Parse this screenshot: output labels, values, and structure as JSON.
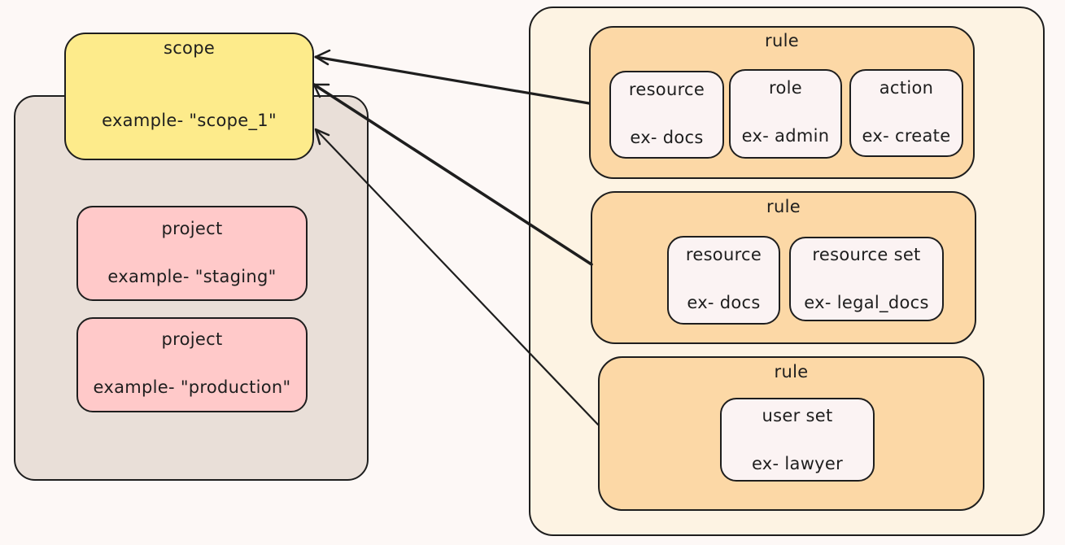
{
  "scope": {
    "title": "scope",
    "example": "example- \"scope_1\""
  },
  "projects": [
    {
      "title": "project",
      "example": "example- \"staging\""
    },
    {
      "title": "project",
      "example": "example- \"production\""
    }
  ],
  "rules": [
    {
      "title": "rule",
      "items": [
        {
          "title": "resource",
          "example": "ex- docs"
        },
        {
          "title": "role",
          "example": "ex- admin"
        },
        {
          "title": "action",
          "example": "ex- create"
        }
      ]
    },
    {
      "title": "rule",
      "items": [
        {
          "title": "resource",
          "example": "ex- docs"
        },
        {
          "title": "resource set",
          "example": "ex- legal_docs"
        }
      ]
    },
    {
      "title": "rule",
      "items": [
        {
          "title": "user set",
          "example": "ex- lawyer"
        }
      ]
    }
  ],
  "colors": {
    "background": "#fdf8f6",
    "scope_fill": "#fdeb8b",
    "project_fill": "#ffc9c9",
    "group_fill": "#e9dfd8",
    "container_fill": "#fdf3e3",
    "rule_fill": "#fcd8a6",
    "item_fill": "#fbf3f3",
    "stroke": "#1e1e1e"
  }
}
